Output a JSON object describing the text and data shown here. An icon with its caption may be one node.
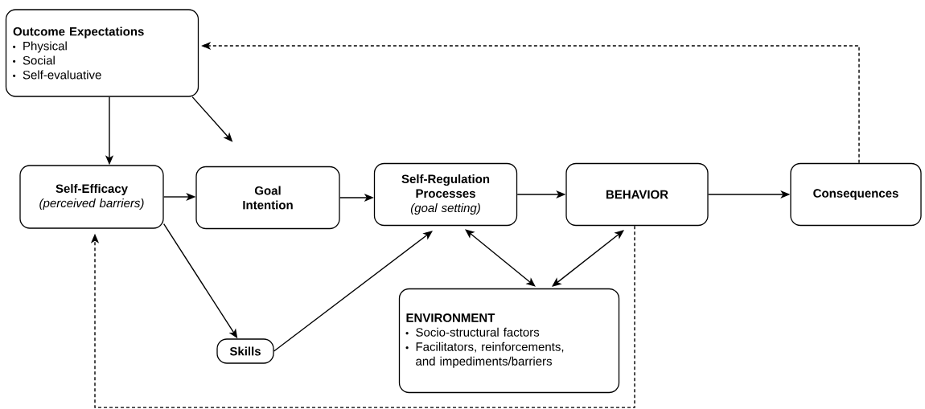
{
  "diagram": {
    "nodes": [
      {
        "text": [
          "Outcome Expectations",
          "Physical",
          "Social",
          "Self-evaluative"
        ]
      },
      {
        "text": [
          "Self-Efficacy",
          "(perceived barriers)"
        ]
      },
      {
        "text": [
          "Goal Intention"
        ]
      },
      {
        "text": [
          "Self-Regulation Processes",
          "(goal setting)"
        ]
      },
      {
        "text": [
          "BEHAVIOR"
        ]
      },
      {
        "text": [
          "Consequences"
        ]
      },
      {
        "text": [
          "Skills"
        ]
      },
      {
        "text": [
          "ENVIRONMENT",
          "Socio-structural factors",
          "Facilitators, reinforcements, and impediments/barriers"
        ]
      }
    ],
    "edges": [
      {
        "from": 0,
        "to": 1,
        "arrow": "to"
      },
      {
        "from": 0,
        "to": 2,
        "arrow": "to"
      },
      {
        "from": 1,
        "to": 2,
        "arrow": "to"
      },
      {
        "from": 2,
        "to": 3,
        "arrow": "to"
      },
      {
        "from": 3,
        "to": 4,
        "arrow": "to"
      },
      {
        "from": 4,
        "to": 5,
        "arrow": "to"
      },
      {
        "from": 1,
        "to": 6,
        "arrow": "to"
      },
      {
        "from": 6,
        "to": 3,
        "arrow": "to"
      },
      {
        "from": 3,
        "to": 7,
        "arrow": "both"
      },
      {
        "from": 7,
        "to": 4,
        "arrow": "both"
      },
      {
        "from": 4,
        "to": 1,
        "arrow": "to",
        "style": "dashed"
      },
      {
        "from": 5,
        "to": 0,
        "arrow": "to",
        "style": "dashed"
      }
    ]
  }
}
